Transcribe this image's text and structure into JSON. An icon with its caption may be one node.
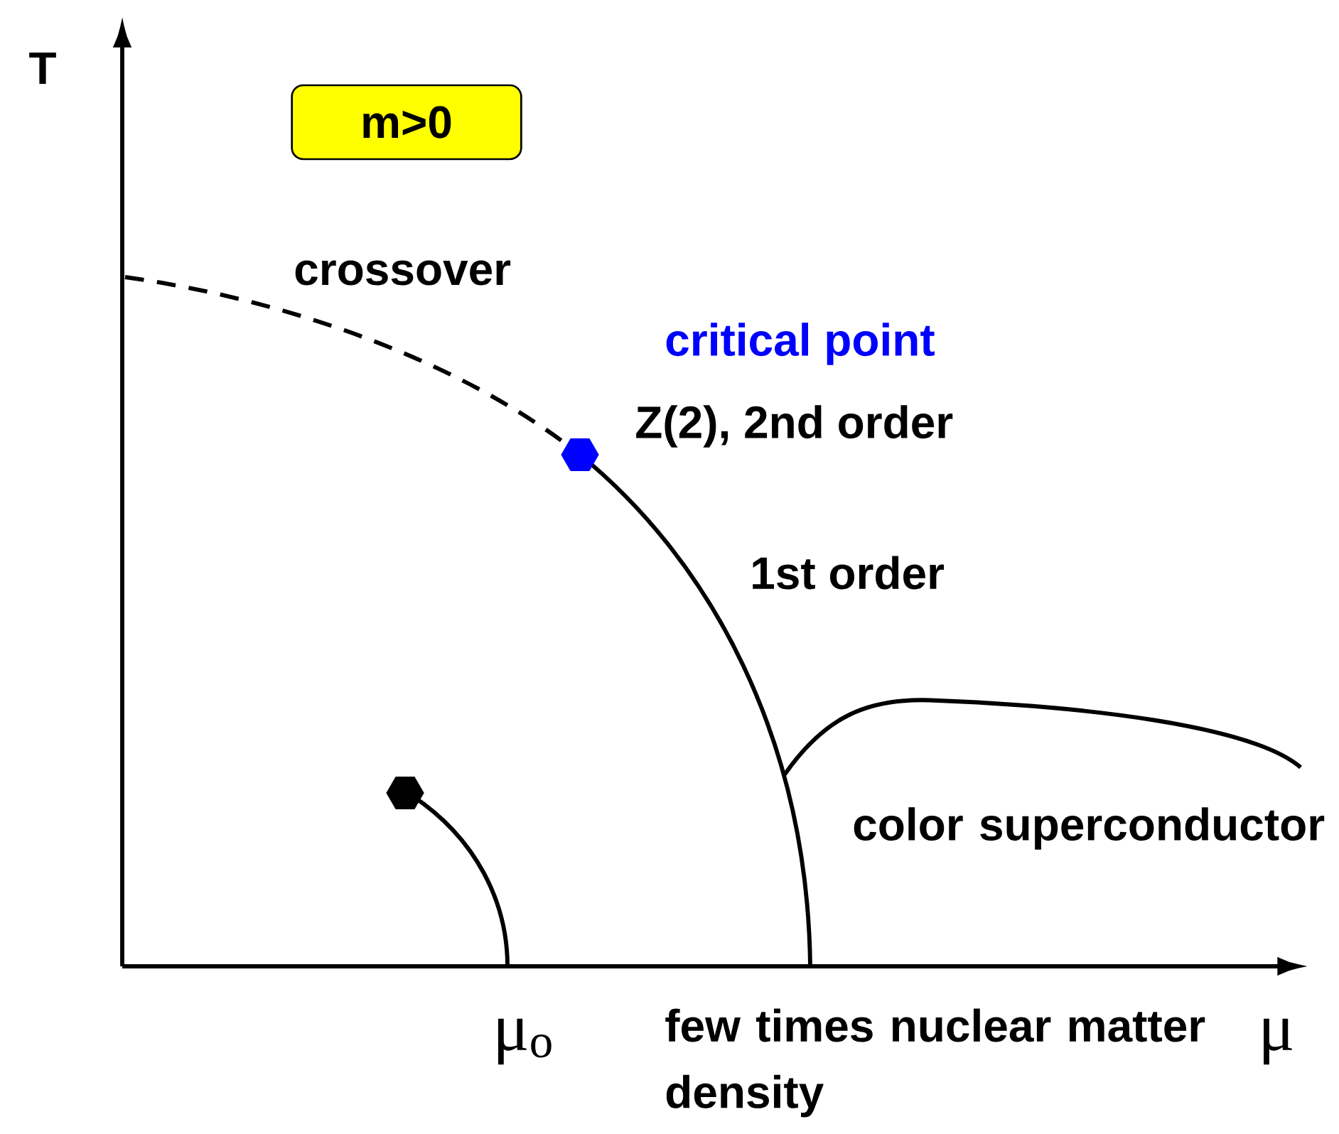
{
  "diagram": {
    "nodes": [
      {
        "text": [
          "m>0"
        ]
      }
    ],
    "labels": [
      "T",
      "crossover",
      "critical point",
      "Z(2), 2nd order",
      "1st order",
      "color superconductor",
      "μ$_{o}$",
      "few times nuclear matter density",
      "μ"
    ]
  }
}
